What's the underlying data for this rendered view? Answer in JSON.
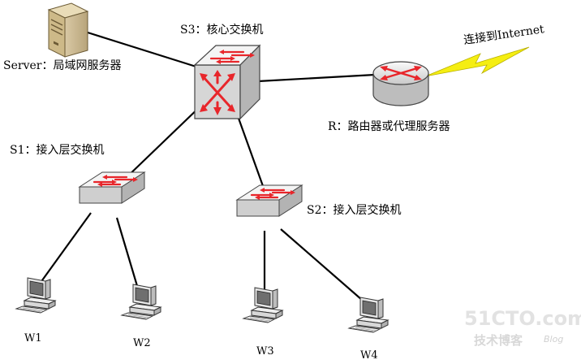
{
  "nodes": {
    "server": {
      "label": "Server：局域网服务器"
    },
    "core": {
      "label": "S3：核心交换机"
    },
    "router": {
      "label": "R：路由器或代理服务器"
    },
    "internet": {
      "label": "连接到Internet"
    },
    "s1": {
      "label": "S1：接入层交换机"
    },
    "s2": {
      "label": "S2：接入层交换机"
    },
    "w1": {
      "label": "W1"
    },
    "w2": {
      "label": "W2"
    },
    "w3": {
      "label": "W3"
    },
    "w4": {
      "label": "W4"
    }
  },
  "watermark": {
    "site": "51CTO.com",
    "blog_cn": "技术博客",
    "blog_en": "Blog"
  },
  "colors": {
    "arrow": "#e8262b",
    "switch_face": "#f3f3f3",
    "switch_side": "#c8c8c8",
    "link": "#000000",
    "lightning": "#f5ee12"
  }
}
